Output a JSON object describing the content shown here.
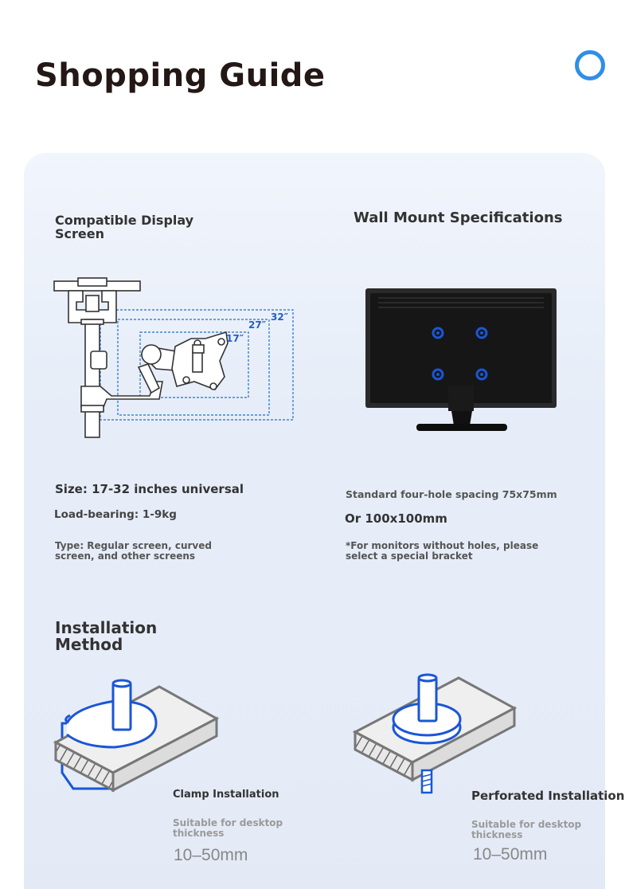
{
  "header": {
    "title": "Shopping Guide",
    "logo_icon": "ring-icon",
    "accent": "#2f8fe6"
  },
  "compatible": {
    "heading": "Compatible Display\n Screen",
    "sizes": [
      "17″",
      "27″",
      "32″"
    ],
    "size_line": "Size: 17-32 inches universal",
    "load_line": "Load-bearing: 1-9kg",
    "type_line": "Type: Regular screen, curved\n screen, and other screens"
  },
  "wall_mount": {
    "heading": "Wall Mount Specifications",
    "spacing_line": "Standard four-hole spacing 75x75mm",
    "or_line": "Or 100x100mm",
    "note_line": "*For monitors without holes, please\n select a special bracket"
  },
  "installation": {
    "heading": "Installation\n Method",
    "clamp": {
      "title": "Clamp Installation",
      "subtitle": "Suitable for desktop\n thickness",
      "range": "10–50mm"
    },
    "perforated": {
      "title": "Perforated Installation",
      "subtitle": "Suitable for desktop\n thickness",
      "range": "10–50mm"
    }
  },
  "colors": {
    "highlight_blue": "#1a56d6",
    "panel": "#e8eef8"
  }
}
